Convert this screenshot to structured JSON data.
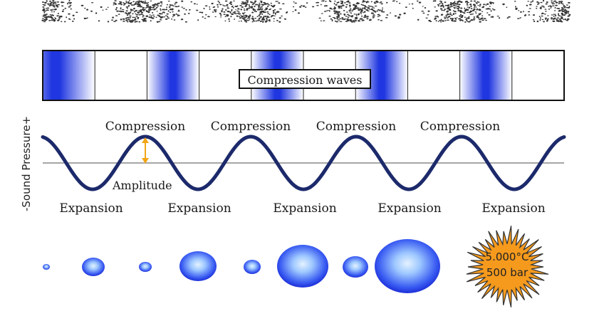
{
  "band_label": "Compression waves",
  "y_axis_label": "-Sound Pressure+",
  "compression_labels": [
    "Compression",
    "Compression",
    "Compression",
    "Compression"
  ],
  "expansion_labels": [
    "Expansion",
    "Expansion",
    "Expansion",
    "Expansion",
    "Expansion"
  ],
  "amplitude_label": "Amplitude",
  "star_line1": "5.000°C",
  "star_line2": "500 bar",
  "colors": {
    "band_blue": "#1f36e0",
    "wave": "#1c2a6b",
    "amplitude_arrow": "#f2a516",
    "star": "#f59a1d",
    "bubble": "#2d52f0"
  }
}
